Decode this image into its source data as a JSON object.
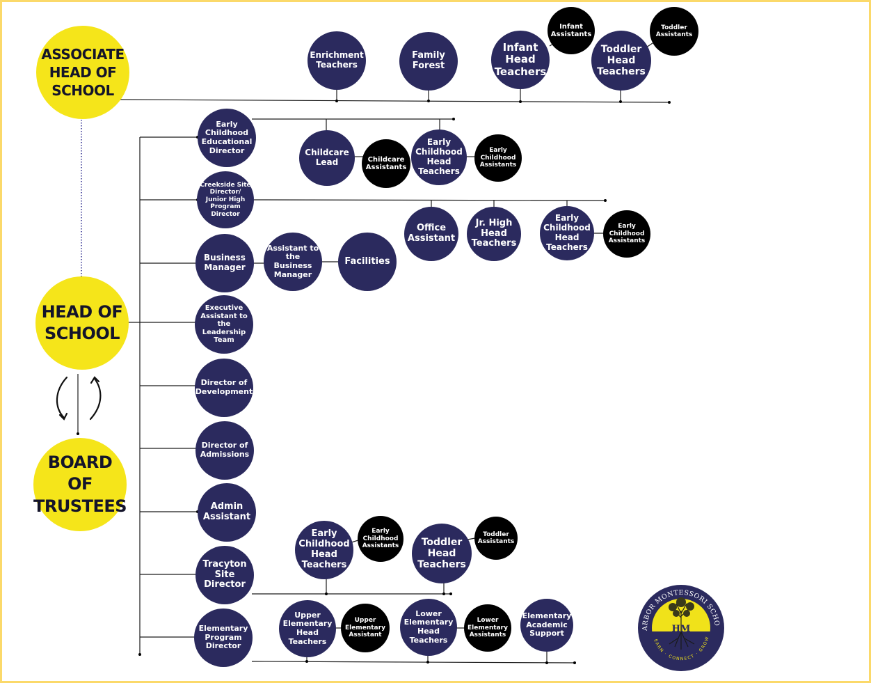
{
  "colors": {
    "navy": "#2b2a5e",
    "black": "#000000",
    "yellow": "#f5e51a",
    "frame": "#fbd96a"
  },
  "leaders": {
    "associate_head": "ASSOCIATE HEAD OF SCHOOL",
    "head": "HEAD OF SCHOOL",
    "board": "BOARD OF TRUSTEES"
  },
  "top_row": {
    "enrichment": "Enrichment Teachers",
    "family_forest": "Family Forest",
    "infant_head": "Infant Head Teachers",
    "infant_assistants": "Infant Assistants",
    "toddler_head": "Toddler Head Teachers",
    "toddler_assistants": "Toddler Assistants"
  },
  "early_childhood": {
    "director": "Early Childhood Educational Director",
    "childcare_lead": "Childcare Lead",
    "childcare_assistants": "Childcare Assistants",
    "ec_head": "Early Childhood Head Teachers",
    "ec_assistants": "Early Childhood Assistants"
  },
  "creekside": {
    "director": "Creekside Site Director/ Junior High Program Director",
    "office_assistant": "Office Assistant",
    "jr_high_head": "Jr. High Head Teachers",
    "ec_head": "Early Childhood Head Teachers",
    "ec_assistants": "Early Childhood Assistants"
  },
  "business": {
    "manager": "Business Manager",
    "assistant": "Assistant to the Business Manager",
    "facilities": "Facilities"
  },
  "staff": {
    "exec_assistant": "Executive Assistant to the Leadership Team",
    "development": "Director of Development",
    "admissions": "Director of Admissions",
    "admin_assistant": "Admin Assistant"
  },
  "tracyton": {
    "director": "Tracyton Site Director",
    "ec_head": "Early Childhood Head Teachers",
    "ec_assistants": "Early Childhood Assistants",
    "toddler_head": "Toddler Head Teachers",
    "toddler_assistants": "Toddler Assistants"
  },
  "elementary": {
    "director": "Elementary Program Director",
    "upper_head": "Upper Elementary Head Teachers",
    "upper_assistant": "Upper Elementary Assistant",
    "lower_head": "Lower Elementary Head Teachers",
    "lower_assistants": "Lower Elementary Assistants",
    "support": "Elementary Academic Support"
  },
  "logo": {
    "name": "HARBOR MONTESSORI SCHOOL",
    "initials": "HM",
    "motto": "LEARN · CONNECT · GROW"
  }
}
